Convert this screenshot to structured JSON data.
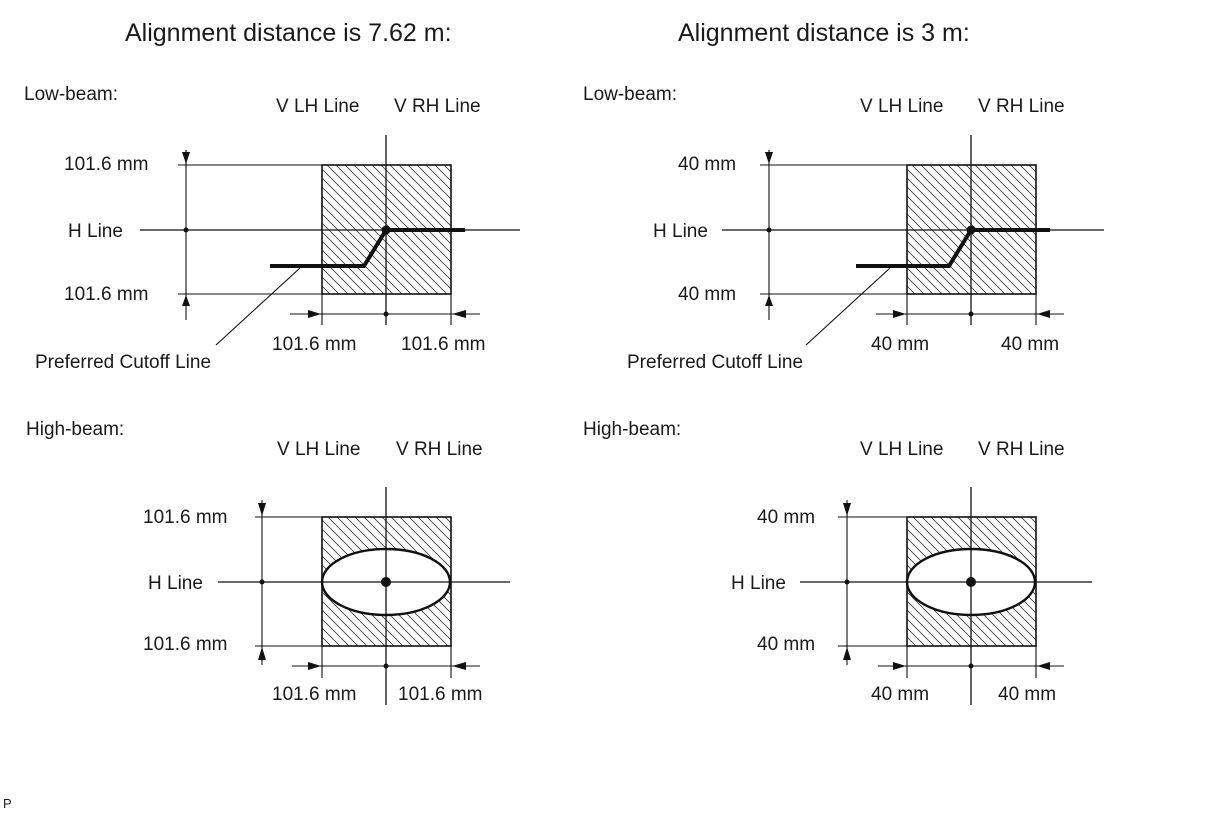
{
  "panels": [
    {
      "id": "left",
      "title": "Alignment distance is 7.62 m:",
      "low_beam": {
        "label": "Low-beam:",
        "v_lh": "V LH Line",
        "v_rh": "V RH Line",
        "upper": "101.6 mm",
        "h_line": "H Line",
        "lower": "101.6 mm",
        "left_dim": "101.6 mm",
        "right_dim": "101.6 mm",
        "cutoff": "Preferred Cutoff Line"
      },
      "high_beam": {
        "label": "High-beam:",
        "v_lh": "V LH Line",
        "v_rh": "V RH Line",
        "upper": "101.6 mm",
        "h_line": "H Line",
        "lower": "101.6 mm",
        "left_dim": "101.6 mm",
        "right_dim": "101.6 mm"
      }
    },
    {
      "id": "right",
      "title": "Alignment distance is 3 m:",
      "low_beam": {
        "label": "Low-beam:",
        "v_lh": "V LH Line",
        "v_rh": "V RH Line",
        "upper": "40 mm",
        "h_line": "H Line",
        "lower": "40 mm",
        "left_dim": "40 mm",
        "right_dim": "40 mm",
        "cutoff": "Preferred Cutoff Line"
      },
      "high_beam": {
        "label": "High-beam:",
        "v_lh": "V LH Line",
        "v_rh": "V RH Line",
        "upper": "40 mm",
        "h_line": "H Line",
        "lower": "40 mm",
        "left_dim": "40 mm",
        "right_dim": "40 mm"
      }
    }
  ],
  "footer_mark": "P"
}
